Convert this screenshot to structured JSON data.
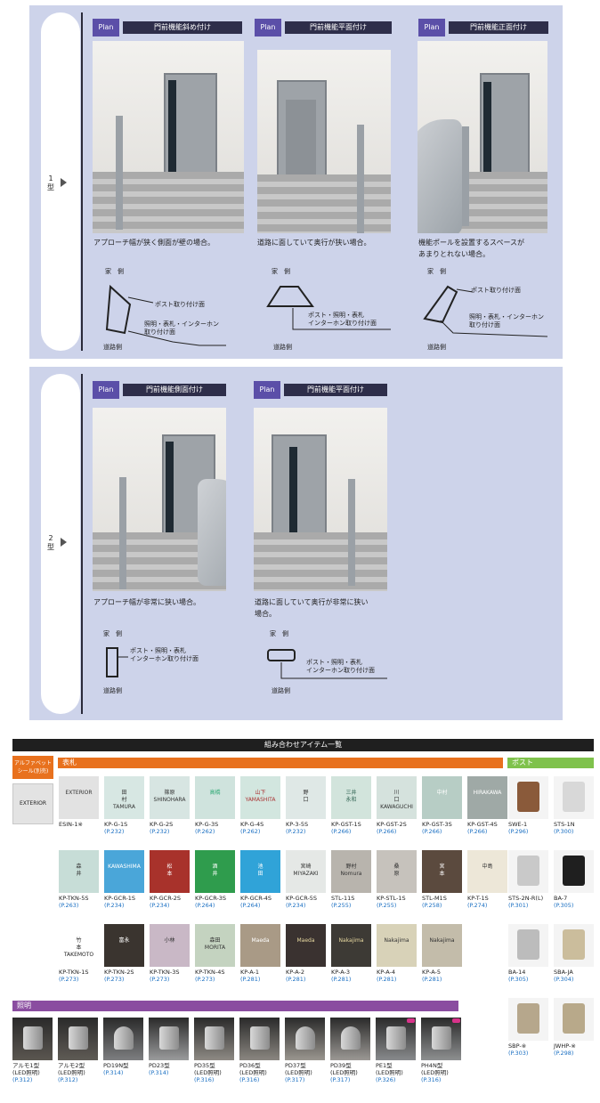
{
  "section1": {
    "rail_label": "1\n型",
    "plans": [
      {
        "badge": "Plan",
        "title": "門前機能斜め付け",
        "caption": "アプローチ幅が狭く側面が壁の場合。",
        "top_label": "家　側",
        "bottom_label": "道路側",
        "label_a": "ポスト取り付け面",
        "label_b": "照明・表札・インターホン\n取り付け面"
      },
      {
        "badge": "Plan",
        "title": "門前機能平面付け",
        "caption": "道路に面していて奥行が狭い場合。",
        "top_label": "家　側",
        "bottom_label": "道路側",
        "label_a": "ポスト・照明・表札\nインターホン取り付け面",
        "label_b": ""
      },
      {
        "badge": "Plan",
        "title": "門前機能正面付け",
        "caption": "機能ポールを設置するスペースが\nあまりとれない場合。",
        "top_label": "家　側",
        "bottom_label": "道路側",
        "label_a": "ポスト取り付け面",
        "label_b": "照明・表札・インターホン\n取り付け面"
      }
    ]
  },
  "section2": {
    "rail_label": "2\n型",
    "plans": [
      {
        "badge": "Plan",
        "title": "門前機能側面付け",
        "caption": "アプローチ幅が非常に狭い場合。",
        "top_label": "家　側",
        "bottom_label": "道路側",
        "label_a": "ポスト・照明・表札\nインターホン取り付け面"
      },
      {
        "badge": "Plan",
        "title": "門前機能平面付け",
        "caption": "道路に面していて奥行が非常に狭い\n場合。",
        "top_label": "家　側",
        "bottom_label": "道路側",
        "label_a": "ポスト・照明・表札\nインターホン取り付け面"
      }
    ]
  },
  "items_header": "組み合わせアイテム一覧",
  "alphabet_tag": "アルファベット\nシール(別売)",
  "exterior_text": "EXTERIOR",
  "hyosatsu_label": "表札",
  "post_label": "ポスト",
  "shomei_label": "照明",
  "nameplates": [
    {
      "code": "ESIN-1※",
      "page": "",
      "text": "EXTERIOR",
      "bg": "#e2e2e2",
      "fg": "#333"
    },
    {
      "code": "KP-G-1S",
      "page": "(P.232)",
      "text": "田\n村\nTAMURA",
      "bg": "#d7e7e3",
      "fg": "#333"
    },
    {
      "code": "KP-G-2S",
      "page": "(P.232)",
      "text": "篠原\nSHINOHARA",
      "bg": "#d7e5e2",
      "fg": "#333"
    },
    {
      "code": "KP-G-3S",
      "page": "(P.262)",
      "text": "高橋",
      "bg": "#cfe3dd",
      "fg": "#3a7"
    },
    {
      "code": "KP-G-4S",
      "page": "(P.262)",
      "text": "山下\nYAMASHITA",
      "bg": "#d2e6df",
      "fg": "#a33"
    },
    {
      "code": "KP-3-5S",
      "page": "(P.232)",
      "text": "野\n口",
      "bg": "#dfe8e6",
      "fg": "#333"
    },
    {
      "code": "KP-GST-1S",
      "page": "(P.266)",
      "text": "三井\n永和",
      "bg": "#d2e4dc",
      "fg": "#365"
    },
    {
      "code": "KP-GST-2S",
      "page": "(P.266)",
      "text": "川\n口\nKAWAGUCHI",
      "bg": "#d5e2dd",
      "fg": "#333"
    },
    {
      "code": "KP-GST-3S",
      "page": "(P.266)",
      "text": "中村",
      "bg": "#b7cdc5",
      "fg": "#fff"
    },
    {
      "code": "KP-GST-4S",
      "page": "(P.266)",
      "text": "HIRAKAWA",
      "bg": "#9fa9a6",
      "fg": "#fff"
    },
    {
      "code": "KP-TKN-5S",
      "page": "(P.263)",
      "text": "森\n井",
      "bg": "#c7ddd7",
      "fg": "#333"
    },
    {
      "code": "KP-GCR-1S",
      "page": "(P.234)",
      "text": "KAWASHIMA",
      "bg": "#4aa6d9",
      "fg": "#fff"
    },
    {
      "code": "KP-GCR-2S",
      "page": "(P.234)",
      "text": "松\n本",
      "bg": "#a8322b",
      "fg": "#fff"
    },
    {
      "code": "KP-GCR-3S",
      "page": "(P.264)",
      "text": "酒\n井",
      "bg": "#2f9c4d",
      "fg": "#fff"
    },
    {
      "code": "KP-GCR-4S",
      "page": "(P.264)",
      "text": "池\n田",
      "bg": "#30a3d8",
      "fg": "#fff"
    },
    {
      "code": "KP-GCR-5S",
      "page": "(P.234)",
      "text": "宮崎\nMIYAZAKI",
      "bg": "#e5e8e6",
      "fg": "#333"
    },
    {
      "code": "STL-11S",
      "page": "(P.255)",
      "text": "野村\nNomura",
      "bg": "#b8b4ad",
      "fg": "#333"
    },
    {
      "code": "KP-STL-1S",
      "page": "(P.255)",
      "text": "桑\n原",
      "bg": "#c6c2bc",
      "fg": "#333"
    },
    {
      "code": "STL-M1S",
      "page": "(P.258)",
      "text": "宮\n本",
      "bg": "#5b4a3e",
      "fg": "#fff"
    },
    {
      "code": "KP-T-1S",
      "page": "(P.274)",
      "text": "中島",
      "bg": "#ede7d8",
      "fg": "#333"
    },
    {
      "code": "KP-TKN-1S",
      "page": "(P.273)",
      "text": "竹\n本\nTAKEMOTO",
      "bg": "#ffffff",
      "fg": "#222"
    },
    {
      "code": "KP-TKN-2S",
      "page": "(P.273)",
      "text": "富永",
      "bg": "#3a342f",
      "fg": "#fff"
    },
    {
      "code": "KP-TKN-3S",
      "page": "(P.273)",
      "text": "小林",
      "bg": "#c9b8c6",
      "fg": "#333"
    },
    {
      "code": "KP-TKN-4S",
      "page": "(P.273)",
      "text": "森田\nMORITA",
      "bg": "#c4d3c0",
      "fg": "#333"
    },
    {
      "code": "KP-A-1",
      "page": "(P.281)",
      "text": "Maeda",
      "bg": "#a99a86",
      "fg": "#fff"
    },
    {
      "code": "KP-A-2",
      "page": "(P.281)",
      "text": "Maeda",
      "bg": "#3a3230",
      "fg": "#e8d9a0"
    },
    {
      "code": "KP-A-3",
      "page": "(P.281)",
      "text": "Nakajima",
      "bg": "#3d3a35",
      "fg": "#e8d9a0"
    },
    {
      "code": "KP-A-4",
      "page": "(P.281)",
      "text": "Nakajima",
      "bg": "#d8d2b8",
      "fg": "#333"
    },
    {
      "code": "KP-A-5",
      "page": "(P.281)",
      "text": "Nakajima",
      "bg": "#c3bcaa",
      "fg": "#333"
    }
  ],
  "posts": [
    {
      "code": "SWE-1",
      "page": "(P.296)",
      "bg": "#8a5a3a"
    },
    {
      "code": "STS-1N",
      "page": "(P.300)",
      "bg": "#d8d8d8"
    },
    {
      "code": "STS-2N-R(L)",
      "page": "(P.301)",
      "bg": "#c9c9c9"
    },
    {
      "code": "BA-7",
      "page": "(P.305)",
      "bg": "#1f1f1f"
    },
    {
      "code": "BA-14",
      "page": "(P.305)",
      "bg": "#bcbcbc"
    },
    {
      "code": "SBA-JA",
      "page": "(P.304)",
      "bg": "#cbbd9c"
    },
    {
      "code": "SBP-※",
      "page": "(P.303)",
      "bg": "#b6a78c"
    },
    {
      "code": "JWHP-※",
      "page": "(P.298)",
      "bg": "#b8a98a"
    }
  ],
  "lights": [
    {
      "code": "アルモ1型",
      "code2": "(LED照明)",
      "page": "(P.312)",
      "bg": "#5a5650"
    },
    {
      "code": "アルモ2型",
      "code2": "(LED照明)",
      "page": "(P.312)",
      "bg": "#5f5b55"
    },
    {
      "code": "PD19N型",
      "code2": "",
      "page": "(P.314)",
      "bg": "#7d7e80"
    },
    {
      "code": "PD23型",
      "code2": "",
      "page": "(P.314)",
      "bg": "#9a9b9c"
    },
    {
      "code": "PD35型",
      "code2": "(LED照明)",
      "page": "(P.316)",
      "bg": "#8e8a84"
    },
    {
      "code": "PD36型",
      "code2": "(LED照明)",
      "page": "(P.316)",
      "bg": "#8a8680"
    },
    {
      "code": "PD37型",
      "code2": "(LED照明)",
      "page": "(P.317)",
      "bg": "#9a968f"
    },
    {
      "code": "PD39型",
      "code2": "(LED照明)",
      "page": "(P.317)",
      "bg": "#9b9894"
    },
    {
      "code": "PE1型",
      "code2": "(LED照明)",
      "page": "(P.326)",
      "bg": "#888a8c"
    },
    {
      "code": "PH4N型",
      "code2": "(LED照明)",
      "page": "(P.316)",
      "bg": "#8d8f90"
    }
  ]
}
